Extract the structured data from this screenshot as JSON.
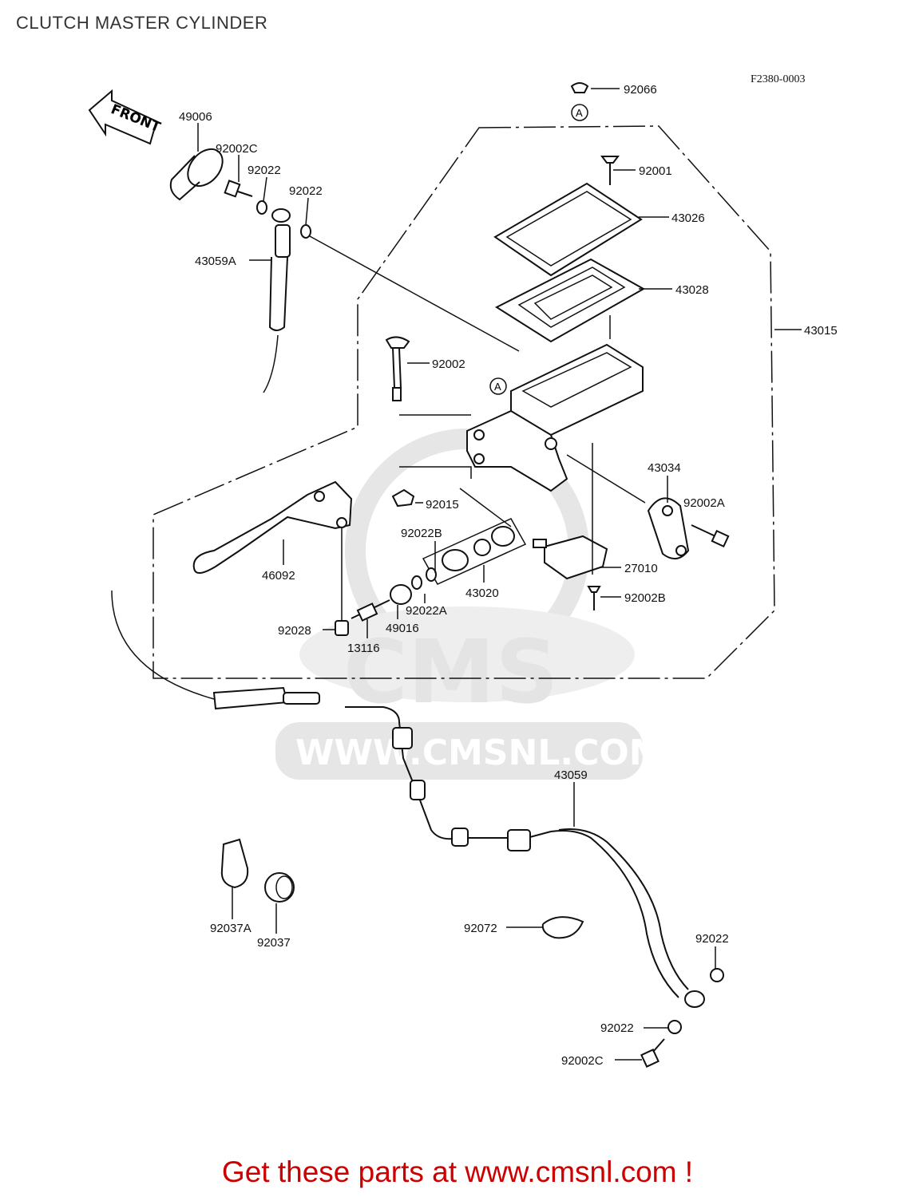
{
  "title": "CLUTCH MASTER CYLINDER",
  "drawing_code": "F2380-0003",
  "front_label": "FRONT",
  "ref_a": "A",
  "watermark": {
    "brand": "CMS",
    "url": "WWW.CMSNL.COM"
  },
  "footer": {
    "text": "Get these parts at www.cmsnl.com !",
    "color": "#cc0000"
  },
  "parts": [
    {
      "id": "p49006",
      "label": "49006"
    },
    {
      "id": "p92002c_top",
      "label": "92002C"
    },
    {
      "id": "p92022_a",
      "label": "92022"
    },
    {
      "id": "p92022_b",
      "label": "92022"
    },
    {
      "id": "p43059a",
      "label": "43059A"
    },
    {
      "id": "p92066",
      "label": "92066"
    },
    {
      "id": "p92001",
      "label": "92001"
    },
    {
      "id": "p43026",
      "label": "43026"
    },
    {
      "id": "p43028",
      "label": "43028"
    },
    {
      "id": "p43015",
      "label": "43015"
    },
    {
      "id": "p92002",
      "label": "92002"
    },
    {
      "id": "p43034",
      "label": "43034"
    },
    {
      "id": "p92002a",
      "label": "92002A"
    },
    {
      "id": "p92015",
      "label": "92015"
    },
    {
      "id": "p92022b",
      "label": "92022B"
    },
    {
      "id": "p46092",
      "label": "46092"
    },
    {
      "id": "p27010",
      "label": "27010"
    },
    {
      "id": "p43020",
      "label": "43020"
    },
    {
      "id": "p92002b",
      "label": "92002B"
    },
    {
      "id": "p92022a",
      "label": "92022A"
    },
    {
      "id": "p49016",
      "label": "49016"
    },
    {
      "id": "p92028",
      "label": "92028"
    },
    {
      "id": "p13116",
      "label": "13116"
    },
    {
      "id": "p43059",
      "label": "43059"
    },
    {
      "id": "p92037a",
      "label": "92037A"
    },
    {
      "id": "p92037",
      "label": "92037"
    },
    {
      "id": "p92072",
      "label": "92072"
    },
    {
      "id": "p92022_c",
      "label": "92022"
    },
    {
      "id": "p92022_d",
      "label": "92022"
    },
    {
      "id": "p92002c_bot",
      "label": "92002C"
    }
  ]
}
